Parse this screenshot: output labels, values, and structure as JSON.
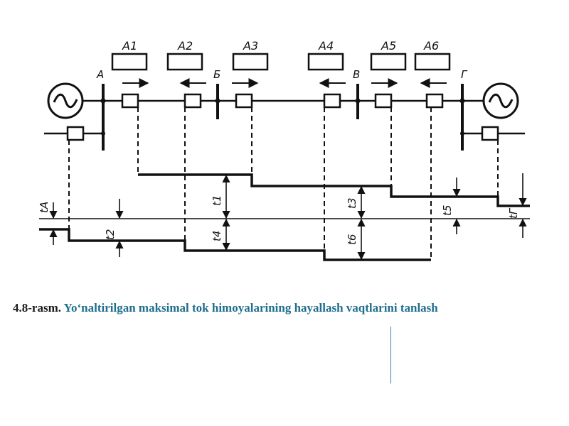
{
  "diagram": {
    "relay_labels": [
      "A1",
      "A2",
      "A3",
      "A4",
      "A5",
      "A6"
    ],
    "bus_labels": [
      "А",
      "Б",
      "В",
      "Г"
    ],
    "time_labels": [
      "tА",
      "t2",
      "t1",
      "t4",
      "t3",
      "t6",
      "t5",
      "tГ"
    ]
  },
  "caption": {
    "figure_number": "4.8-rasm.",
    "title": "Yo‘naltirilgan maksimal tok himoyalarining hayallash vaqtlarini tanlash"
  },
  "colors": {
    "caption_title": "#1f6e8c",
    "divider": "#3a7fb0"
  }
}
